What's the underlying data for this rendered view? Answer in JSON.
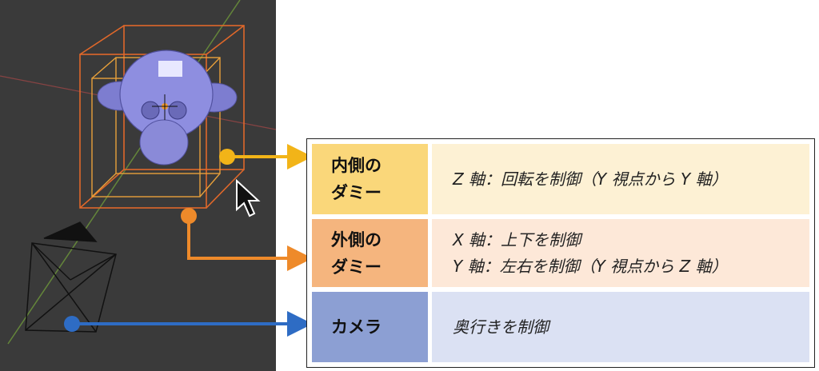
{
  "colors": {
    "viewport_bg": "#3a3a3a",
    "dummy_box": "#e0682a",
    "monkey": "#8e8ee0",
    "inner_arrow": "#f2b418",
    "outer_arrow": "#ee8a2a",
    "camera_arrow": "#2e6cc4",
    "inner_label_bg": "#fad77a",
    "inner_desc_bg": "#fdf1d4",
    "outer_label_bg": "#f5b57e",
    "outer_desc_bg": "#fde8d8",
    "camera_label_bg": "#8c9fd3",
    "camera_desc_bg": "#dbe1f3"
  },
  "rows": {
    "inner": {
      "label_line1": "内側の",
      "label_line2": "ダミー",
      "desc_line1": "Z 軸：回転を制御（Y 視点から Y 軸）"
    },
    "outer": {
      "label_line1": "外側の",
      "label_line2": "ダミー",
      "desc_line1": "X 軸：上下を制御",
      "desc_line2": "Y 軸：左右を制御（Y 視点から Z 軸）"
    },
    "camera": {
      "label_line1": "カメラ",
      "desc_line1": "奥行きを制御"
    }
  },
  "icons": {
    "cursor": "mouse-pointer-icon",
    "camera": "camera-frustum-icon",
    "object": "monkey-head-icon"
  }
}
